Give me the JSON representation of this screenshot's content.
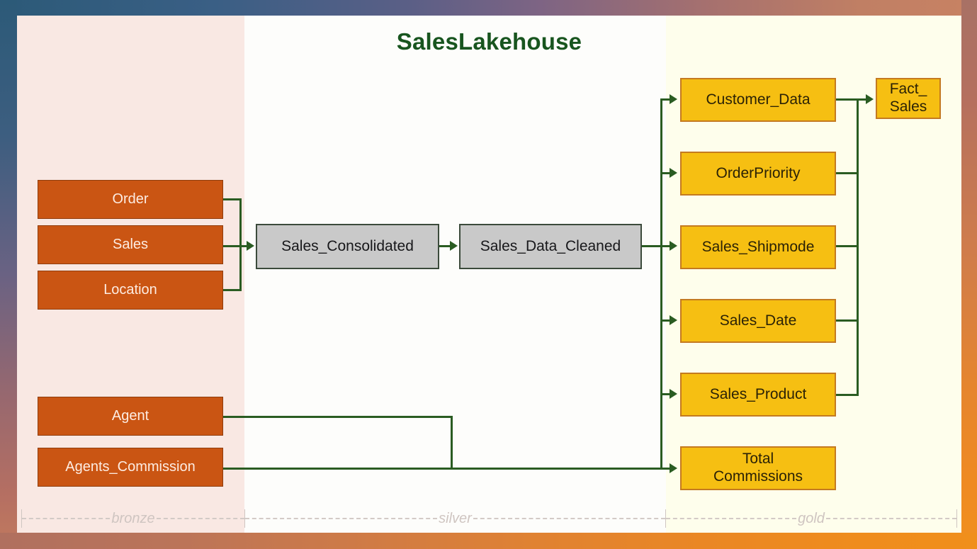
{
  "diagram": {
    "title": "SalesLakehouse",
    "title_color": "#18551f",
    "connector_color": "#2a5c22",
    "zones": [
      {
        "key": "bronze",
        "label": "bronze",
        "bg": "#f9e8e3"
      },
      {
        "key": "silver",
        "label": "silver",
        "bg": "#fdfdfb"
      },
      {
        "key": "gold",
        "label": "gold",
        "bg": "#fefeec"
      }
    ],
    "bronze_nodes": [
      {
        "label": "Order"
      },
      {
        "label": "Sales"
      },
      {
        "label": "Location"
      },
      {
        "label": "Agent"
      },
      {
        "label": "Agents_Commission"
      }
    ],
    "silver_nodes": [
      {
        "label": "Sales_Consolidated"
      },
      {
        "label": "Sales_Data_Cleaned"
      }
    ],
    "gold_nodes": [
      {
        "label": "Customer_Data"
      },
      {
        "label": "OrderPriority"
      },
      {
        "label": "Sales_Shipmode"
      },
      {
        "label": "Sales_Date"
      },
      {
        "label": "Sales_Product"
      },
      {
        "label_line1": "Total",
        "label_line2": "Commissions"
      }
    ],
    "fact_node": {
      "label_line1": "Fact_",
      "label_line2": "Sales"
    },
    "colors": {
      "bronze_fill": "#ca5513",
      "bronze_border": "#8f3c0c",
      "bronze_text": "#fdece2",
      "silver_fill": "#c9c9c9",
      "silver_border": "#3b4a3b",
      "silver_text": "#17171a",
      "gold_fill": "#f6bf12",
      "gold_border": "#c47a20",
      "gold_text": "#2b2206"
    }
  }
}
